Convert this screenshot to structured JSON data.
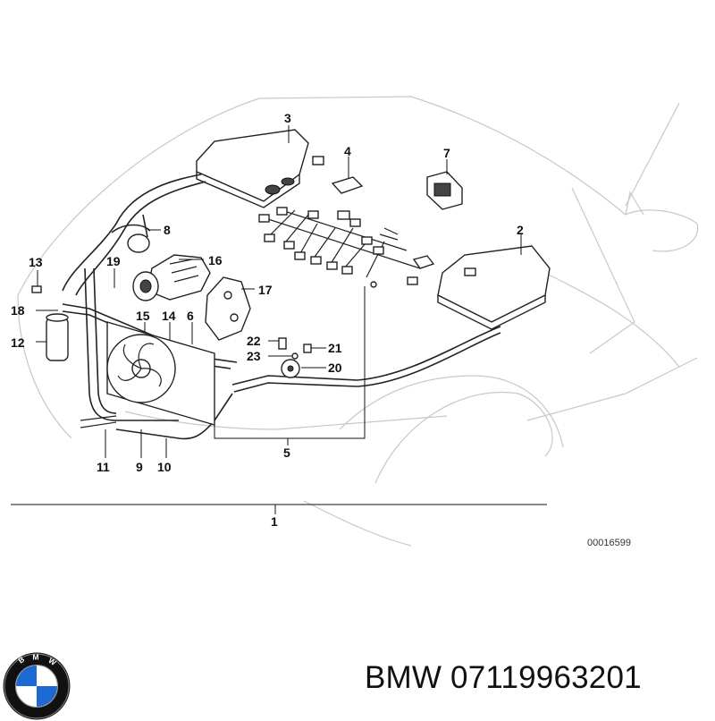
{
  "diagram": {
    "callouts": [
      "1",
      "2",
      "3",
      "4",
      "5",
      "6",
      "7",
      "8",
      "9",
      "10",
      "11",
      "12",
      "13",
      "14",
      "15",
      "16",
      "17",
      "18",
      "19",
      "20",
      "21",
      "22",
      "23"
    ],
    "reference_number": "00016599"
  },
  "caption": {
    "brand": "BMW",
    "part_number": "07119963201",
    "text": "BMW 07119963201"
  },
  "logo": {
    "name": "bmw-roundel",
    "colors": {
      "blue": "#1c69d4",
      "white": "#ffffff",
      "black": "#111111"
    }
  }
}
